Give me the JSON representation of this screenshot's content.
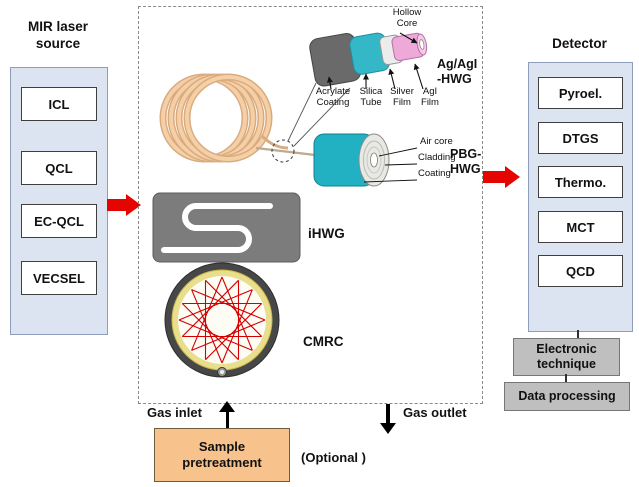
{
  "left_panel": {
    "title": "MIR laser\nsource",
    "items": [
      "ICL",
      "QCL",
      "EC-QCL",
      "VECSEL"
    ]
  },
  "right_panel": {
    "title": "Detector",
    "items": [
      "Pyroel.",
      "DTGS",
      "Thermo.",
      "MCT",
      "QCD"
    ]
  },
  "center": {
    "agagi": {
      "hollow_core": "Hollow\nCore",
      "layers": [
        "Acrylate\nCoating",
        "Silica\nTube",
        "Silver\nFilm",
        "AgI\nFilm"
      ],
      "name": "Ag/AgI\n-HWG"
    },
    "pbg": {
      "layers": [
        "Air core",
        "Cladding",
        "Coating"
      ],
      "name": "PBG-\nHWG"
    },
    "ihwg_label": "iHWG",
    "cmrc_label": "CMRC"
  },
  "bottom": {
    "gas_inlet": "Gas inlet",
    "gas_outlet": "Gas outlet",
    "sample_pretreatment": "Sample\npretreatment",
    "optional": "(Optional )"
  },
  "post": {
    "electronic": "Electronic\ntechnique",
    "data_processing": "Data processing"
  },
  "colors": {
    "accent_red": "#e50500",
    "panel_blue": "#dce4f1",
    "process_gray": "#bfbfbf",
    "sample_orange": "#f7c28c",
    "waveguide_teal": "#22b1c3",
    "coil_peach": "#e9bc91",
    "cmrc_ring_yellow": "#e9de8d",
    "beam_red": "#d40000"
  }
}
